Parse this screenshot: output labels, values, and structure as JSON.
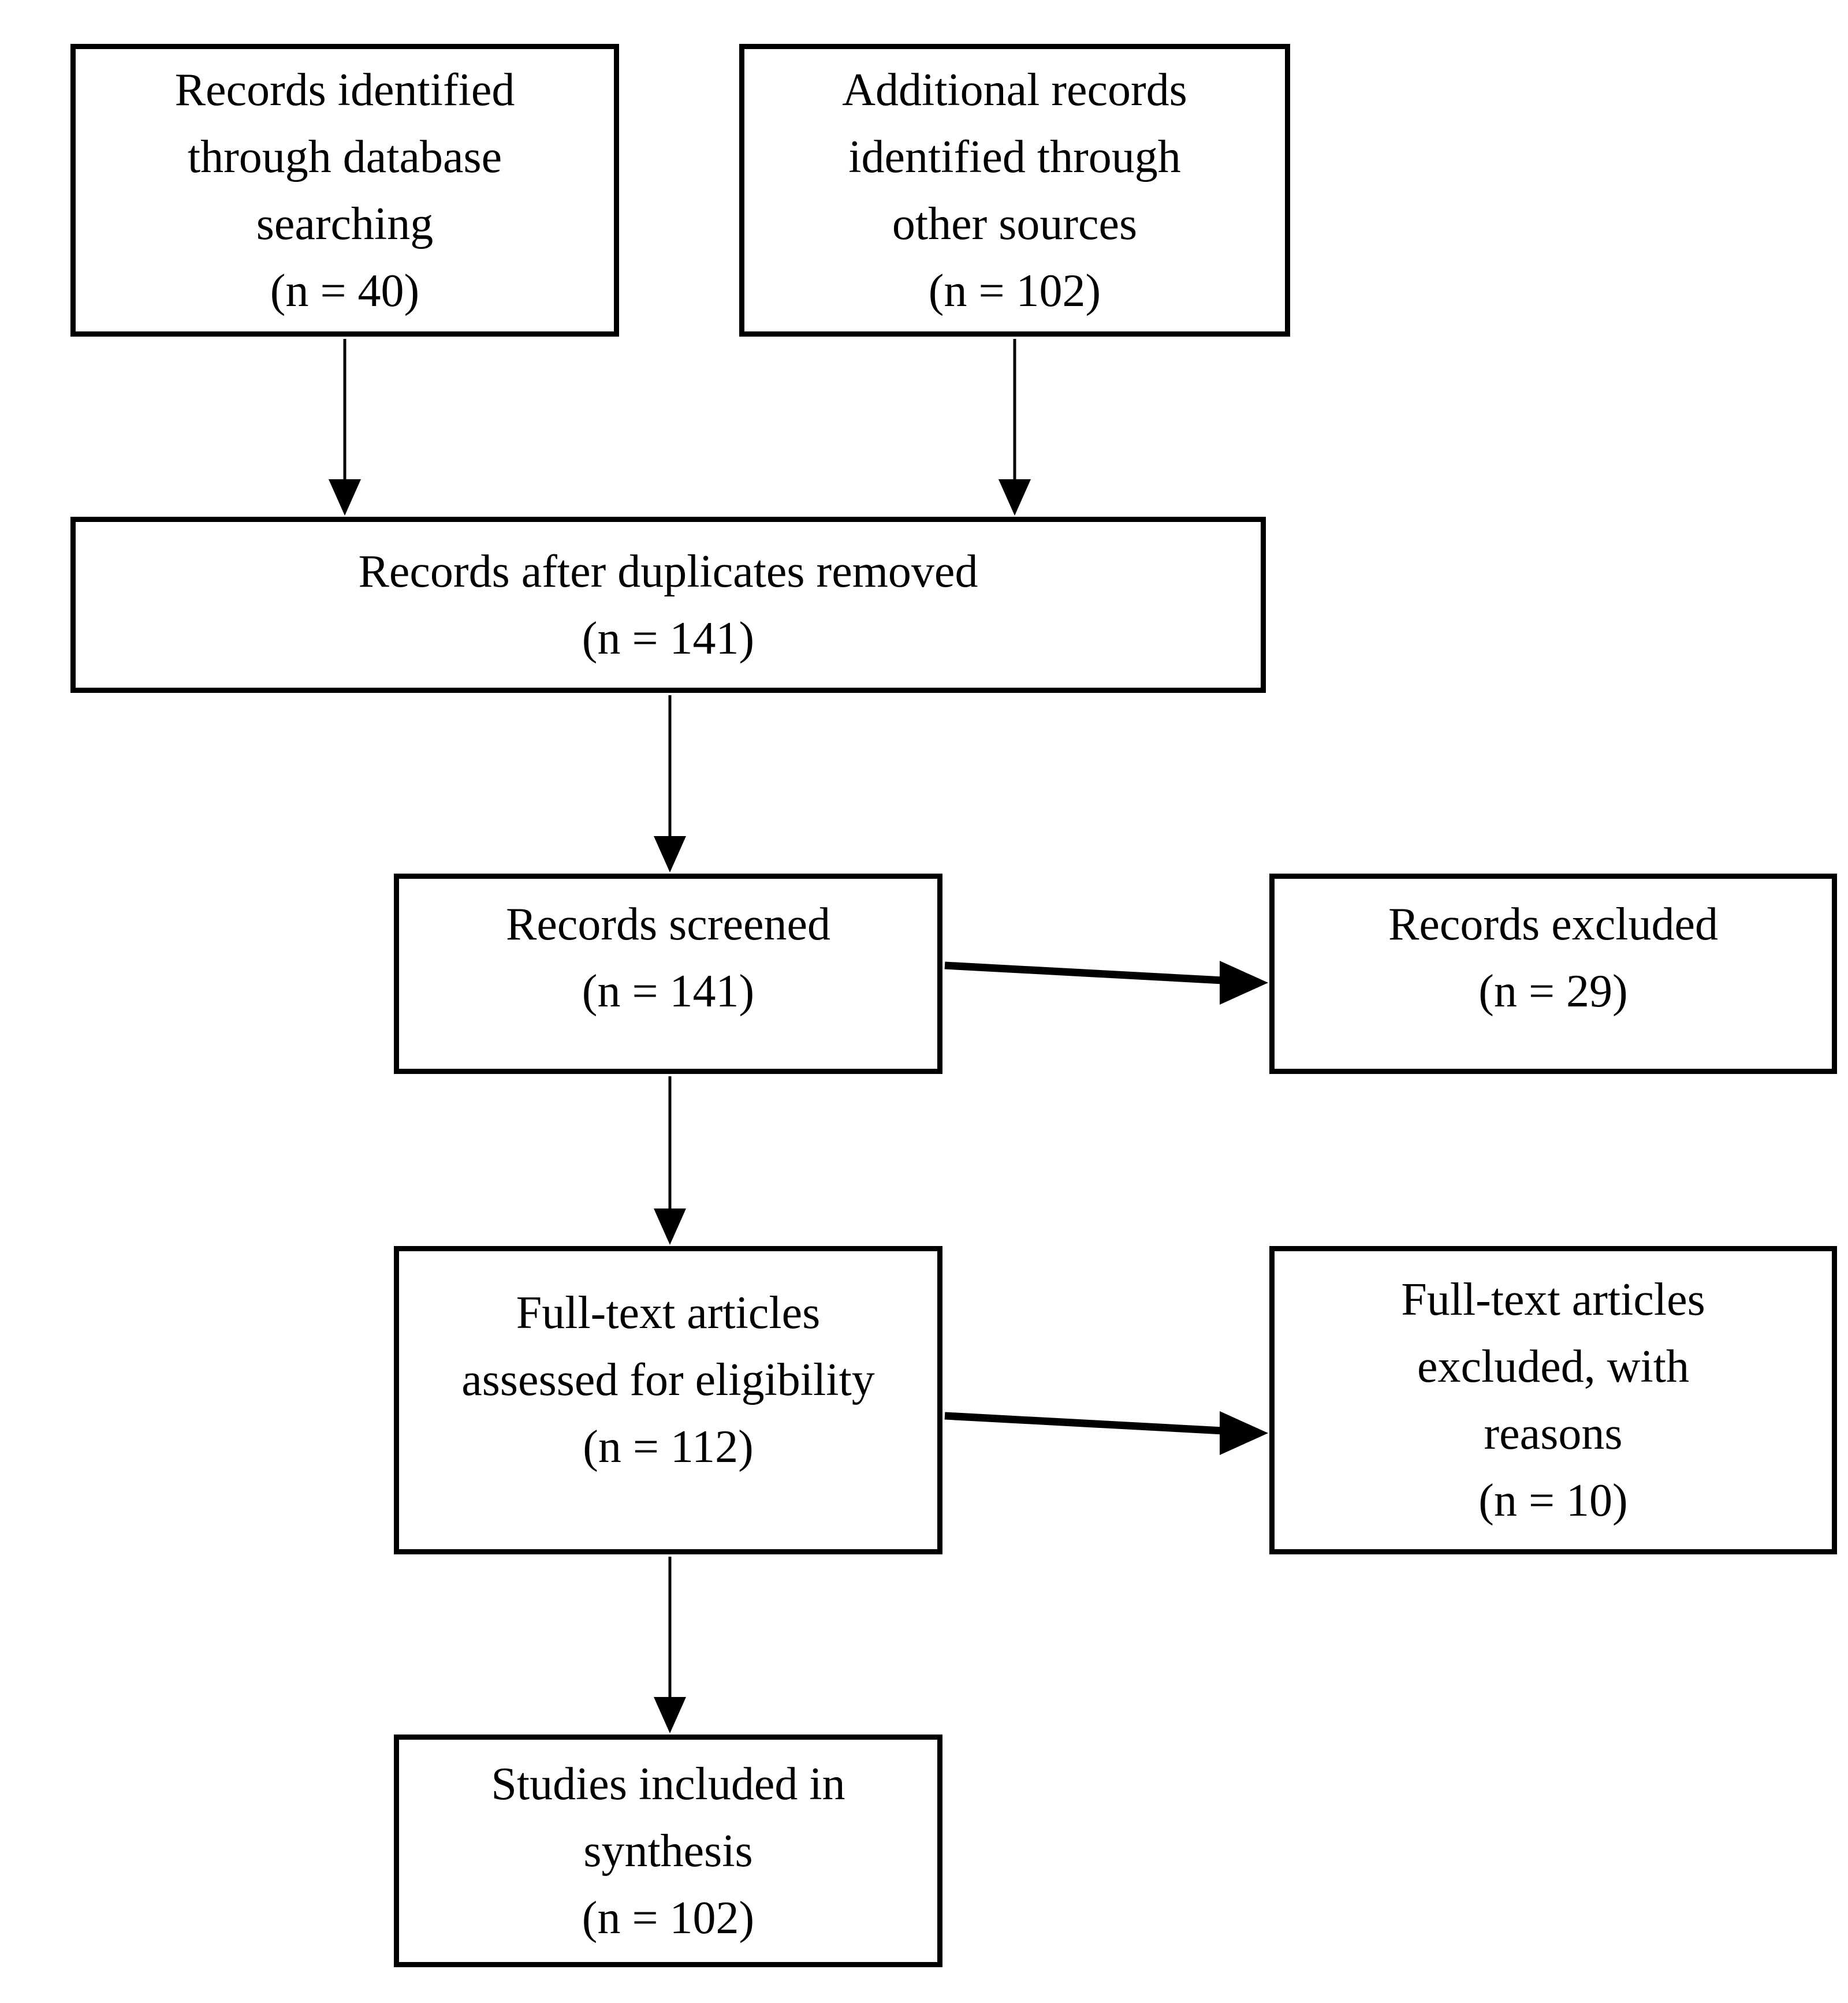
{
  "diagram": {
    "type": "flowchart",
    "boxes": {
      "records_identified_database": {
        "lines": [
          "Records identified",
          "through database",
          "searching",
          "(n = 40)"
        ],
        "count": 40
      },
      "additional_records": {
        "lines": [
          "Additional records",
          "identified through",
          "other sources",
          "(n = 102)"
        ],
        "count": 102
      },
      "records_after_duplicates": {
        "lines": [
          "Records after duplicates removed",
          "(n = 141)"
        ],
        "count": 141
      },
      "records_screened": {
        "lines": [
          "Records screened",
          "(n = 141)"
        ],
        "count": 141
      },
      "records_excluded": {
        "lines": [
          "Records excluded",
          "(n = 29)"
        ],
        "count": 29
      },
      "fulltext_assessed": {
        "lines": [
          "Full-text articles",
          "assessed for eligibility",
          "(n = 112)"
        ],
        "count": 112
      },
      "fulltext_excluded": {
        "lines": [
          "Full-text articles",
          "excluded, with",
          "reasons",
          "(n = 10)"
        ],
        "count": 10
      },
      "studies_included": {
        "lines": [
          "Studies included in",
          "synthesis",
          "(n = 102)"
        ],
        "count": 102
      }
    },
    "arrows": [
      {
        "from": "records_identified_database",
        "to": "records_after_duplicates",
        "direction": "down"
      },
      {
        "from": "additional_records",
        "to": "records_after_duplicates",
        "direction": "down"
      },
      {
        "from": "records_after_duplicates",
        "to": "records_screened",
        "direction": "down"
      },
      {
        "from": "records_screened",
        "to": "records_excluded",
        "direction": "right"
      },
      {
        "from": "records_screened",
        "to": "fulltext_assessed",
        "direction": "down"
      },
      {
        "from": "fulltext_assessed",
        "to": "fulltext_excluded",
        "direction": "right"
      },
      {
        "from": "fulltext_assessed",
        "to": "studies_included",
        "direction": "down"
      }
    ],
    "colors": {
      "text": "#000000",
      "border": "#000000",
      "background": "#ffffff"
    }
  }
}
